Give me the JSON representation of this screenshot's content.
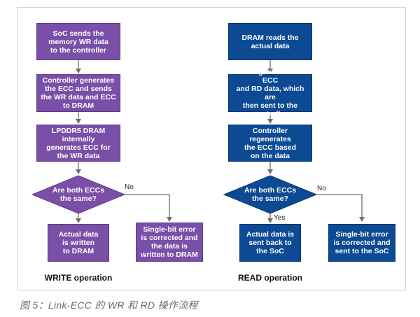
{
  "write": {
    "step1": "SoC sends the\nmemory WR data\nto the controller",
    "step2": "Controller generates\nthe ECC and sends\nthe WR data and ECC\nto DRAM",
    "step3": "LPDDR5 DRAM internally\ngenerates ECC for\nthe WR data",
    "decision": "Are both ECCs\nthe same?",
    "no_label": "No",
    "yes_outcome": "Actual data\nis written\nto DRAM",
    "no_outcome": "Single-bit error\nis corrected and\nthe data is\nwritten to DRAM",
    "title": "WRITE operation"
  },
  "read": {
    "step1": "DRAM reads the\nactual data",
    "step2": "DRAM generates the ECC\nand RD data, which are\nthen sent to the controller",
    "step3": "Controller regenerates\nthe ECC based\non the data",
    "decision": "Are both ECCs\nthe same?",
    "no_label": "No",
    "yes_label": "Yes",
    "yes_outcome": "Actual data is\nsent back to\nthe SoC",
    "no_outcome": "Single-bit error\nis corrected and\nsent to the SoC",
    "title": "READ operation"
  },
  "caption": "图 5：Link-ECC 的 WR 和 RD 操作流程",
  "colors": {
    "write_fill": "#7a4fa8",
    "read_fill": "#0c4a94",
    "connector": "#6e6e6e"
  }
}
